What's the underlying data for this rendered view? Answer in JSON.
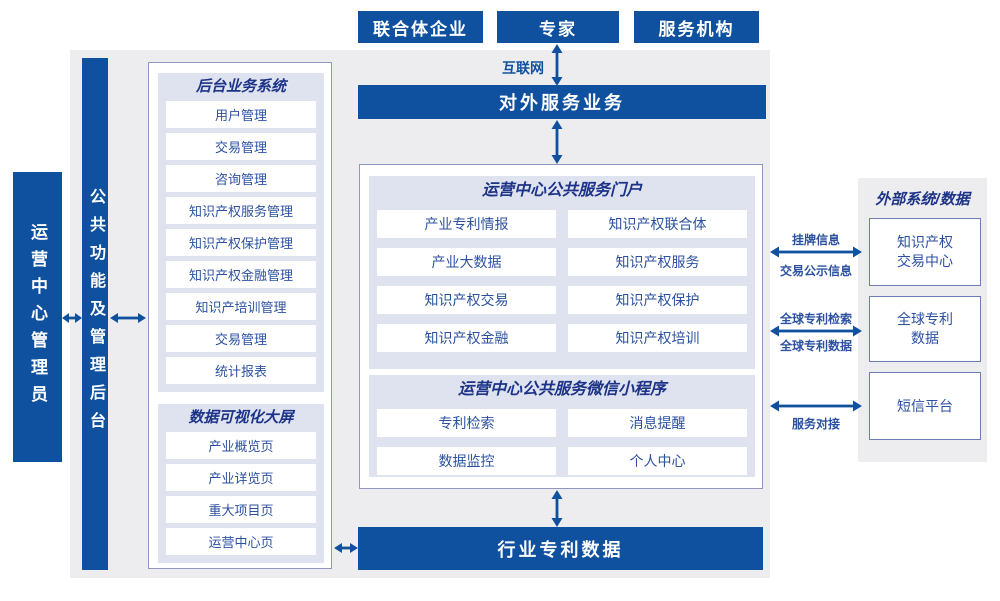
{
  "colors": {
    "primary_blue": "#0F519F",
    "background_grey": "#EDEDEF",
    "panel_lavender": "#DFE3F0",
    "panel_border": "#8F97C0",
    "item_text_blue": "#2C51A1",
    "title_navy": "#1C3387"
  },
  "actors": [
    "联合体企业",
    "专家",
    "服务机构"
  ],
  "labels": {
    "internet": "互联网",
    "external_service": "对外服务业务",
    "admin": "运营中心管理员",
    "backend": "公共功能及管理后台",
    "industry_data": "行业专利数据"
  },
  "backoffice": {
    "title": "后台业务系统",
    "items": [
      "用户管理",
      "交易管理",
      "咨询管理",
      "知识产权服务管理",
      "知识产权保护管理",
      "知识产权金融管理",
      "知识产培训管理",
      "交易管理",
      "统计报表"
    ]
  },
  "dataviz": {
    "title": "数据可视化大屏",
    "items": [
      "产业概览页",
      "产业详览页",
      "重大项目页",
      "运营中心页"
    ]
  },
  "portal": {
    "title": "运营中心公共服务门户",
    "items": [
      "产业专利情报",
      "知识产权联合体",
      "产业大数据",
      "知识产权服务",
      "知识产权交易",
      "知识产权保护",
      "知识产权金融",
      "知识产权培训"
    ]
  },
  "miniprogram": {
    "title": "运营中心公共服务微信小程序",
    "items": [
      "专利检索",
      "消息提醒",
      "数据监控",
      "个人中心"
    ]
  },
  "external": {
    "title": "外部系统/数据",
    "systems": [
      "知识产权\n交易中心",
      "全球专利\n数据",
      "短信平台"
    ],
    "links": [
      {
        "top": "挂牌信息",
        "bottom": "交易公示信息"
      },
      {
        "top": "全球专利检索",
        "bottom": "全球专利数据"
      },
      {
        "top": "",
        "bottom": "服务对接"
      }
    ]
  }
}
